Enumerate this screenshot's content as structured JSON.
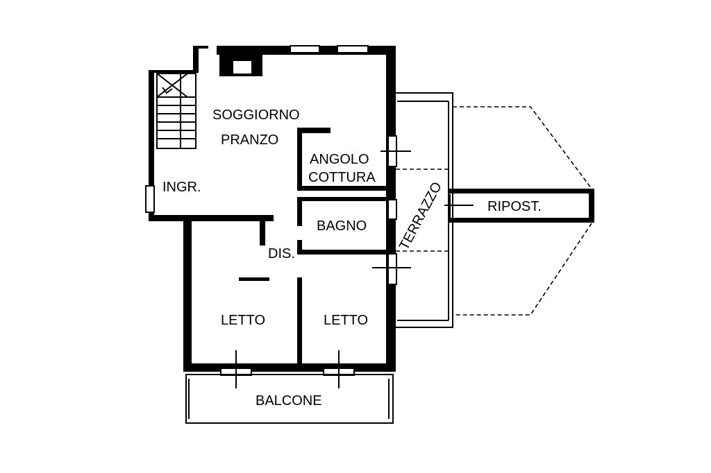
{
  "rooms": {
    "soggiorno_1": "SOGGIORNO",
    "soggiorno_2": "PRANZO",
    "angolo_1": "ANGOLO",
    "angolo_2": "COTTURA",
    "ingresso": "INGR.",
    "bagno": "BAGNO",
    "disimpegno": "DIS.",
    "letto_left": "LETTO",
    "letto_right": "LETTO",
    "balcone": "BALCONE",
    "terrazzo": "TERRAZZO",
    "ripostiglio": "RIPOST."
  },
  "colors": {
    "wall": "#000000",
    "background": "#ffffff"
  }
}
